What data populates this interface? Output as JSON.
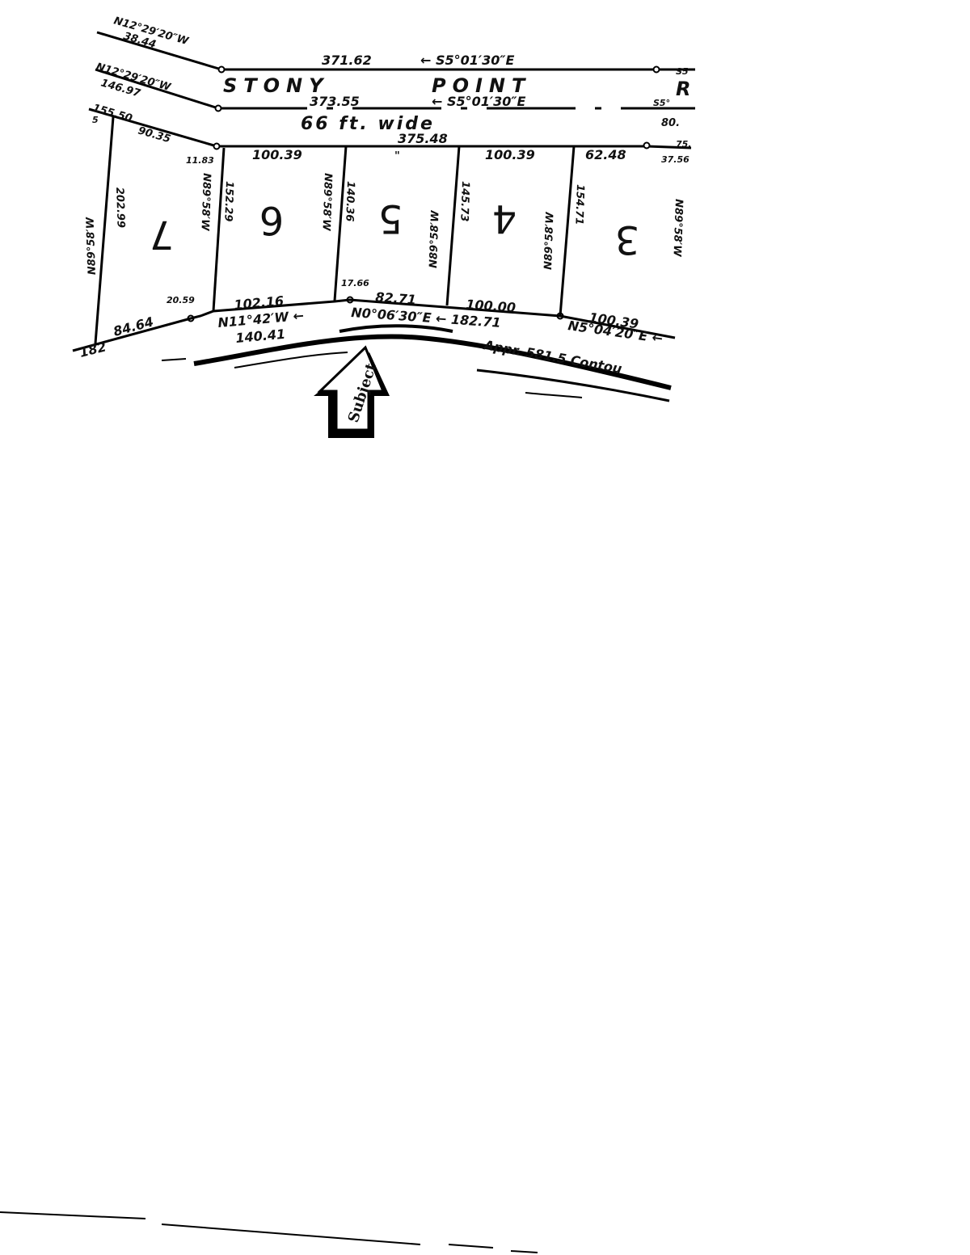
{
  "road": {
    "name_word1": "STONY",
    "name_word2": "POINT",
    "name_word3": "R",
    "width": "66 ft. wide",
    "north_line_length": "371.62",
    "north_line_bearing": "← S5°01′30″E",
    "center_line_length": "373.55",
    "center_line_bearing": "← S5°01′30″E",
    "south_line_length": "375.48",
    "ditto": "\"",
    "top_left_bearing": "N12°29′20″W",
    "top_left_length": "38.44",
    "mid_left_bearing": "N12°29′20″W",
    "mid_left_length": "146.97",
    "right_fragment_1": "S5°",
    "right_fragment_2": "80.",
    "right_fragment_3": "S5",
    "right_fragment_4": "75.",
    "right_fragment_5": "37.56",
    "left_fragment_1": "155.50",
    "left_fragment_2": "90.35",
    "left_fragment_3": "5",
    "corner_value": "11.83"
  },
  "lots": [
    {
      "number": "7",
      "side_bearing": "N89°58′W",
      "side_length": "202.99"
    },
    {
      "number": "6",
      "side_bearing": "N89°58′W",
      "side_length": "152.29",
      "front": "100.39"
    },
    {
      "number": "5",
      "side_bearing": "N89°58′W",
      "side_length": "140.36"
    },
    {
      "number": "4",
      "side_bearing": "N89°58′W",
      "side_length": "145.73",
      "front": "100.39"
    },
    {
      "number": "3",
      "side_bearing": "N89°58′W",
      "side_length": "154.71",
      "front": "62.48"
    }
  ],
  "east_bearing": "N89°58′W",
  "rear": {
    "seg_left_length": "84.64",
    "seg_left_fragment": "182",
    "seg_20": "20.59",
    "seg_102": "102.16",
    "bearing_1": "N11°42′W ←",
    "length_1": "140.41",
    "seg_17": "17.66",
    "seg_82": "82.71",
    "bearing_2": "N0°06′30″E ← 182.71",
    "seg_100": "100.00",
    "seg_100_39": "100.39",
    "bearing_3": "N5°04′20″E ←",
    "contour_label": "Appr. 581.5 Contou"
  },
  "subject_arrow_label": "Subject"
}
